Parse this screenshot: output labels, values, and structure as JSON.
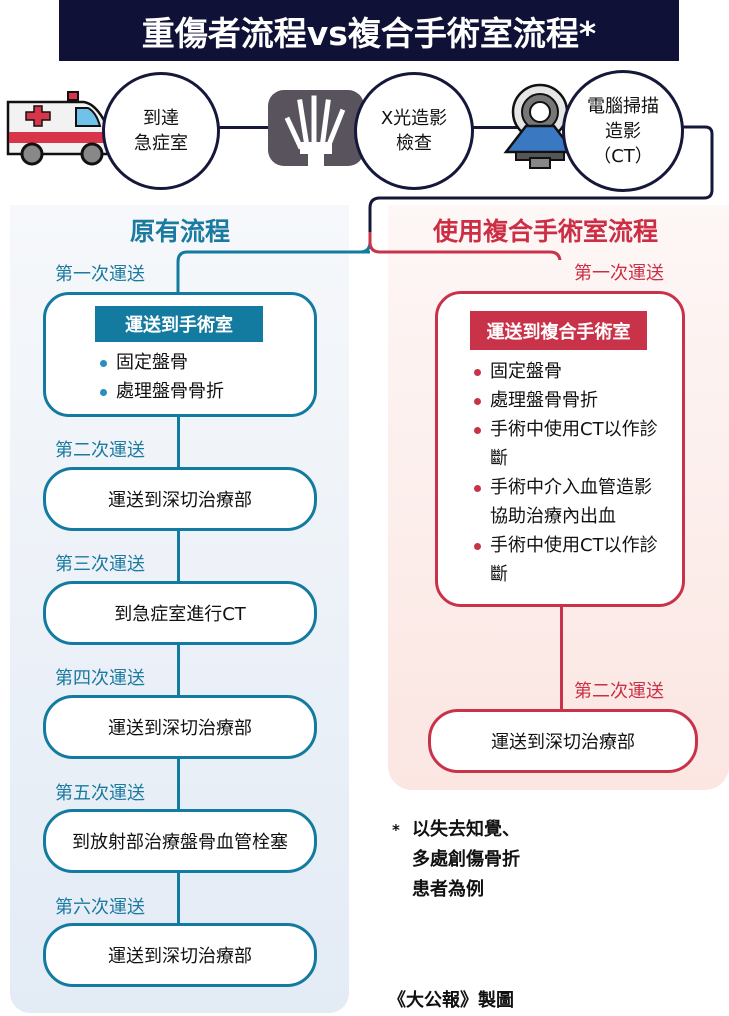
{
  "title": "重傷者流程vs複合手術室流程*",
  "top_flow": [
    {
      "icon": "ambulance-icon",
      "label_line1": "到達",
      "label_line2": "急症室"
    },
    {
      "icon": "xray-hand-icon",
      "label_line1": "X光造影",
      "label_line2": "檢查"
    },
    {
      "icon": "ct-scanner-icon",
      "label_line1": "電腦掃描",
      "label_line2": "造影",
      "label_line3": "（CT）"
    }
  ],
  "original": {
    "title": "原有流程",
    "color": "#137aa0",
    "steps": [
      {
        "label": "第一次運送",
        "box_title": "運送到手術室",
        "bullets": [
          "固定盤骨",
          "處理盤骨骨折"
        ]
      },
      {
        "label": "第二次運送",
        "box": "運送到深切治療部"
      },
      {
        "label": "第三次運送",
        "box": "到急症室進行CT"
      },
      {
        "label": "第四次運送",
        "box": "運送到深切治療部"
      },
      {
        "label": "第五次運送",
        "box": "到放射部治療盤骨血管栓塞"
      },
      {
        "label": "第六次運送",
        "box": "運送到深切治療部"
      }
    ]
  },
  "hybrid": {
    "title": "使用複合手術室流程",
    "color": "#c8334a",
    "steps": [
      {
        "label": "第一次運送",
        "box_title": "運送到複合手術室",
        "bullets": [
          "固定盤骨",
          "處理盤骨骨折",
          "手術中使用CT以作診斷",
          "手術中介入血管造影協助治療內出血",
          "手術中使用CT以作診斷"
        ]
      },
      {
        "label": "第二次運送",
        "box": "運送到深切治療部"
      }
    ]
  },
  "footnote": {
    "star": "*",
    "line1": "以失去知覺、",
    "line2": "多處創傷骨折",
    "line3": "患者為例"
  },
  "credit": "《大公報》製圖"
}
